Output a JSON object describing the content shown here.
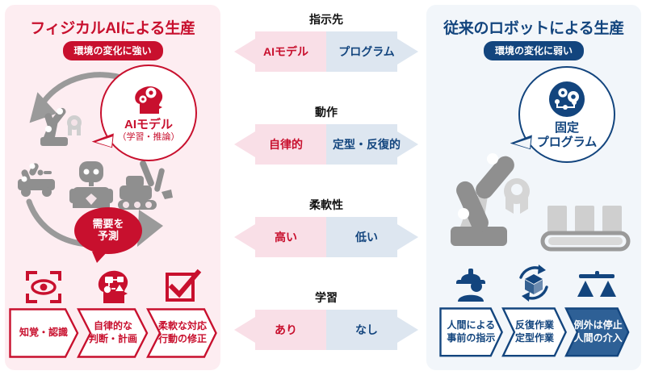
{
  "colors": {
    "red": "#c8102e",
    "navy": "#13457e",
    "panel_left_bg": "#fdedf1",
    "panel_right_bg": "#f2f6fa",
    "arrow_pink": "#f9dfe7",
    "arrow_blue": "#dde6f0",
    "gray_icon": "#8c8c8c",
    "page_bg": "#ffffff"
  },
  "left_panel": {
    "title": "フィジカルAIによる生産",
    "badge": "環境の変化に強い",
    "bubble": {
      "icon": "head-gears-icon",
      "main": "AIモデル",
      "sub": "（学習・推論）"
    },
    "demand_bubble": {
      "line1": "需要を",
      "line2": "予測"
    },
    "machine_icons": [
      "robot-arm-icon",
      "agv-robot-arm-icon",
      "humanoid-robot-icon",
      "excavator-icon"
    ],
    "feature_icons": [
      "eye-scan-icon",
      "head-network-icon",
      "checkbox-check-icon"
    ],
    "chevrons": [
      {
        "line1": "知覚・認識",
        "line2": ""
      },
      {
        "line1": "自律的な",
        "line2": "判断・計画"
      },
      {
        "line1": "柔軟な対応",
        "line2": "行動の修正"
      }
    ]
  },
  "right_panel": {
    "title": "従来のロボットによる生産",
    "badge": "環境の変化に弱い",
    "bubble": {
      "icon": "gears-circuit-icon",
      "main_line1": "固定",
      "main_line2": "プログラム"
    },
    "scene_icons": [
      "industrial-robot-arm-icon",
      "conveyor-belt-icon"
    ],
    "feature_icons": [
      "worker-helmet-icon",
      "repeat-box-icon",
      "balance-scale-icon"
    ],
    "chevrons": [
      {
        "line1": "人間による",
        "line2": "事前の指示",
        "filled": false
      },
      {
        "line1": "反復作業",
        "line2": "定型作業",
        "filled": false
      },
      {
        "line1": "例外は停止",
        "line2": "人間の介入",
        "filled": true
      }
    ]
  },
  "comparisons": [
    {
      "title": "指示先",
      "left": "AIモデル",
      "right": "プログラム"
    },
    {
      "title": "動作",
      "left": "自律的",
      "right": "定型・反復的"
    },
    {
      "title": "柔軟性",
      "left": "高い",
      "right": "低い"
    },
    {
      "title": "学習",
      "left": "あり",
      "right": "なし"
    }
  ]
}
